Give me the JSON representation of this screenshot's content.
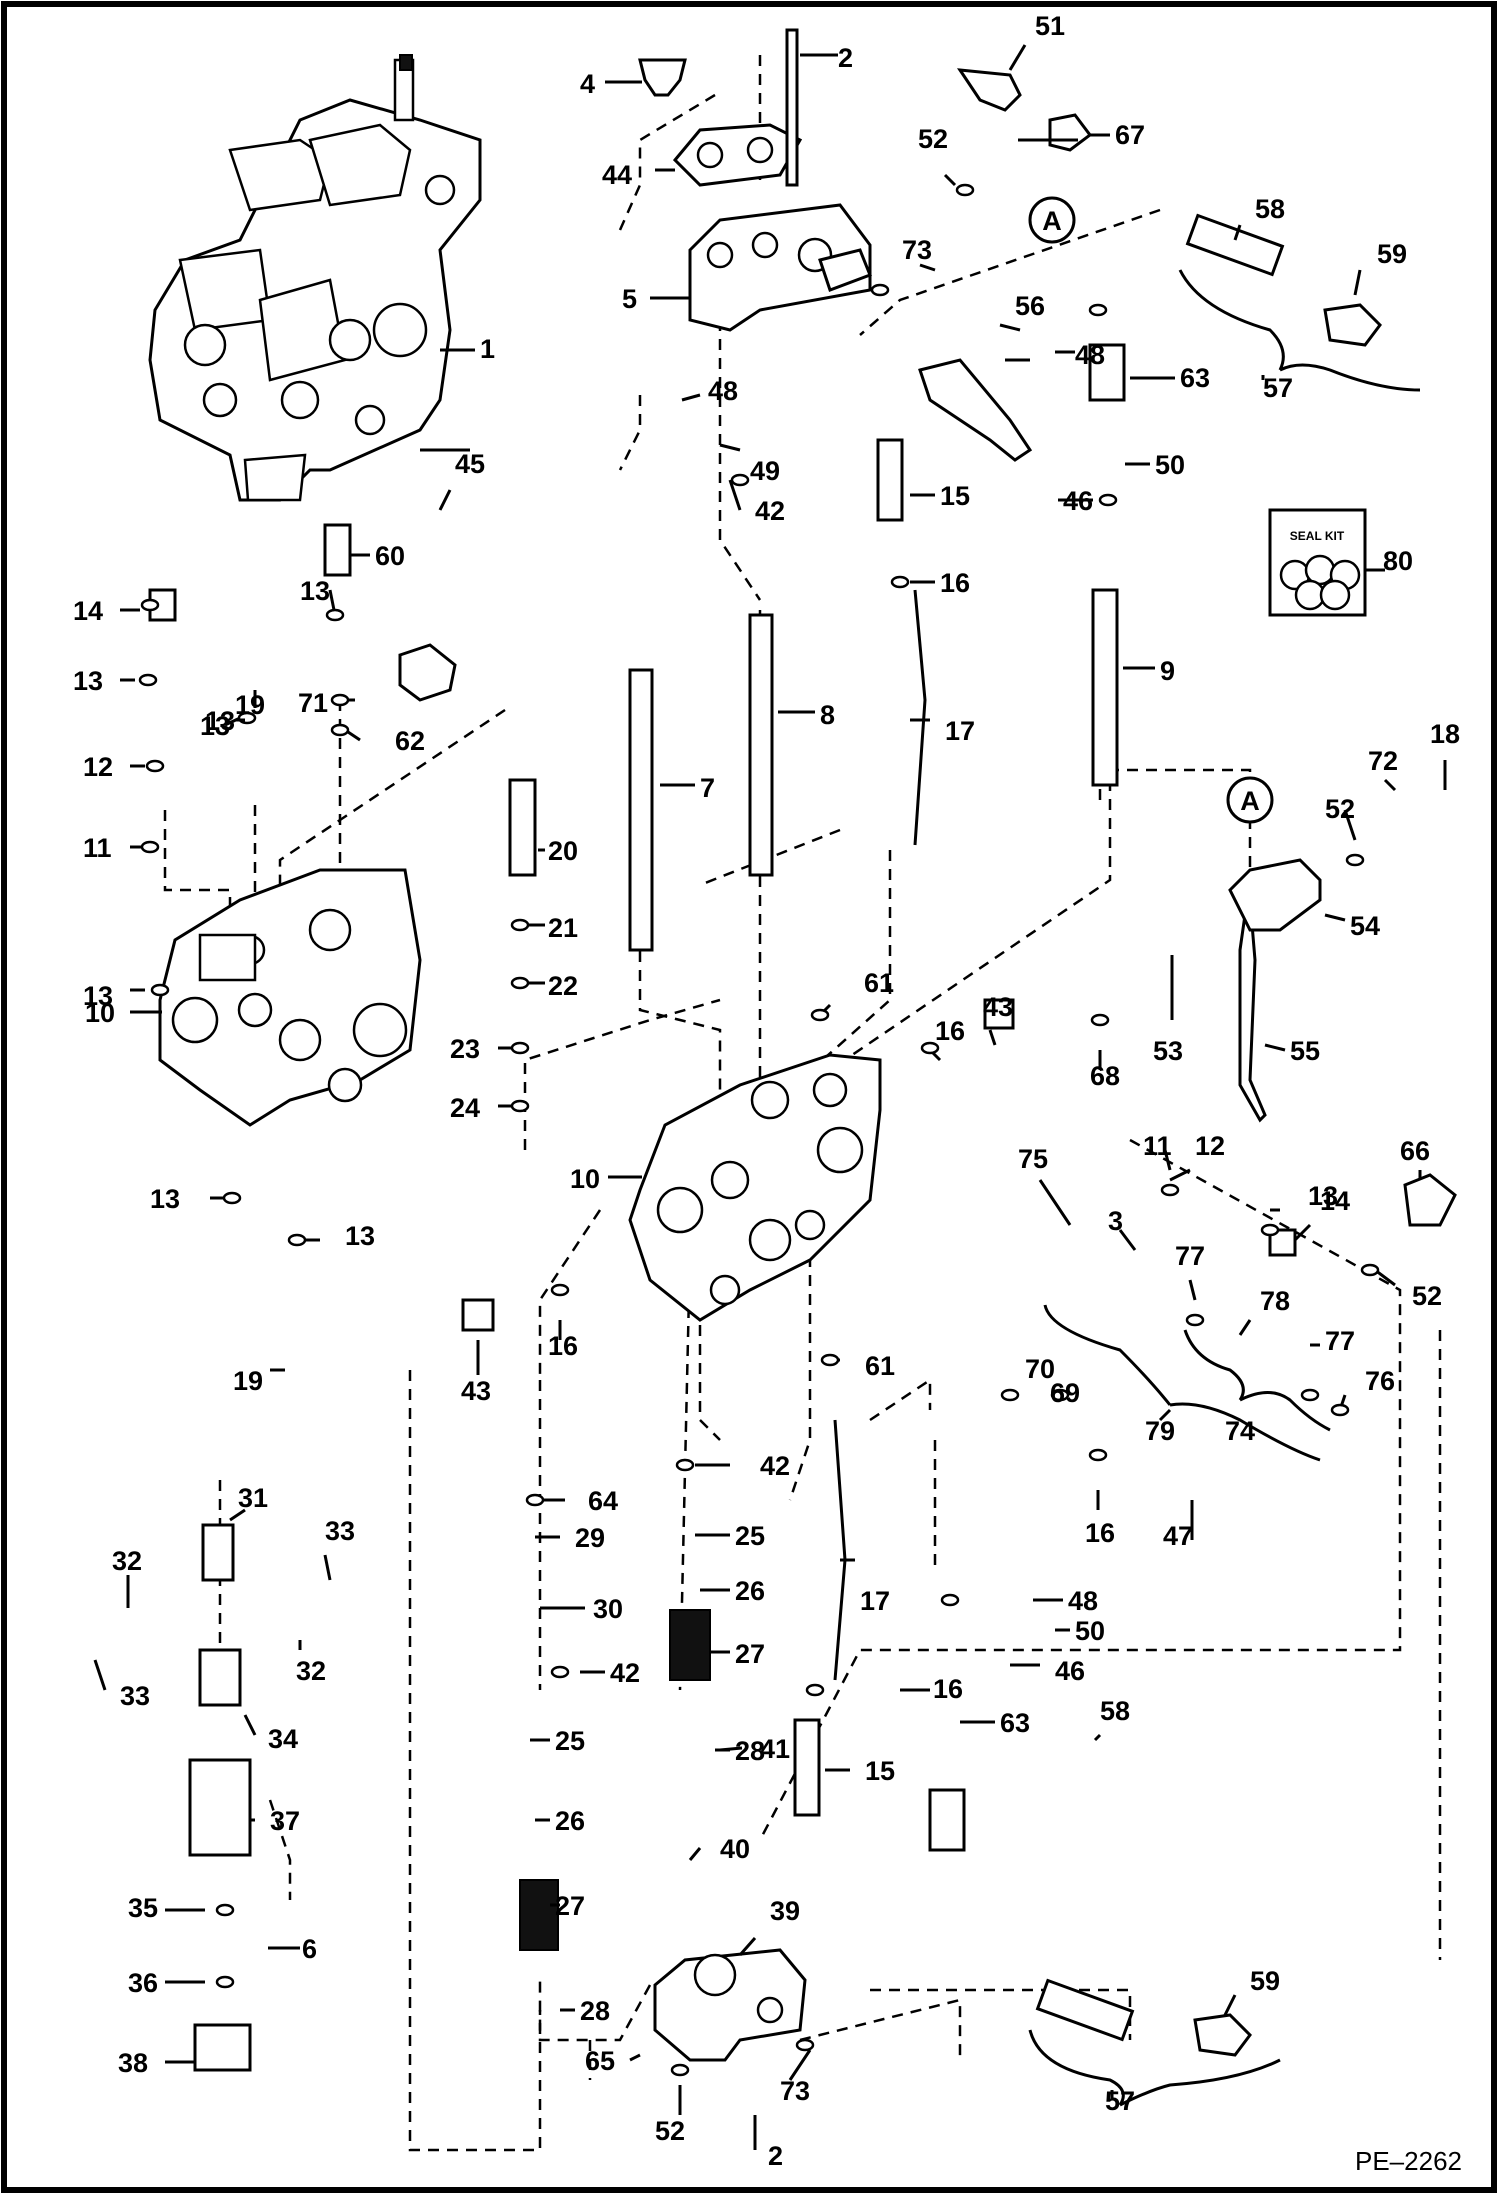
{
  "figure_code": "PE–2262",
  "seal_kit_label": "SEAL KIT",
  "connector_labels": [
    "A",
    "A"
  ],
  "part_callouts": [
    "1",
    "2",
    "2",
    "3",
    "4",
    "5",
    "6",
    "7",
    "8",
    "9",
    "10",
    "10",
    "11",
    "11",
    "12",
    "12",
    "13",
    "13",
    "13",
    "13",
    "13",
    "13",
    "13",
    "13",
    "14",
    "14",
    "15",
    "15",
    "16",
    "16",
    "16",
    "16",
    "16",
    "17",
    "17",
    "18",
    "19",
    "19",
    "20",
    "21",
    "22",
    "23",
    "24",
    "25",
    "25",
    "26",
    "26",
    "27",
    "27",
    "28",
    "28",
    "29",
    "30",
    "31",
    "32",
    "32",
    "33",
    "33",
    "34",
    "35",
    "36",
    "37",
    "38",
    "39",
    "40",
    "41",
    "42",
    "42",
    "42",
    "43",
    "43",
    "44",
    "45",
    "46",
    "46",
    "47",
    "48",
    "48",
    "48",
    "49",
    "50",
    "50",
    "51",
    "52",
    "52",
    "52",
    "52",
    "53",
    "54",
    "55",
    "56",
    "57",
    "57",
    "58",
    "58",
    "59",
    "59",
    "60",
    "61",
    "61",
    "62",
    "63",
    "63",
    "64",
    "65",
    "66",
    "67",
    "68",
    "69",
    "70",
    "71",
    "72",
    "73",
    "73",
    "74",
    "75",
    "76",
    "77",
    "77",
    "78",
    "79",
    "80"
  ]
}
